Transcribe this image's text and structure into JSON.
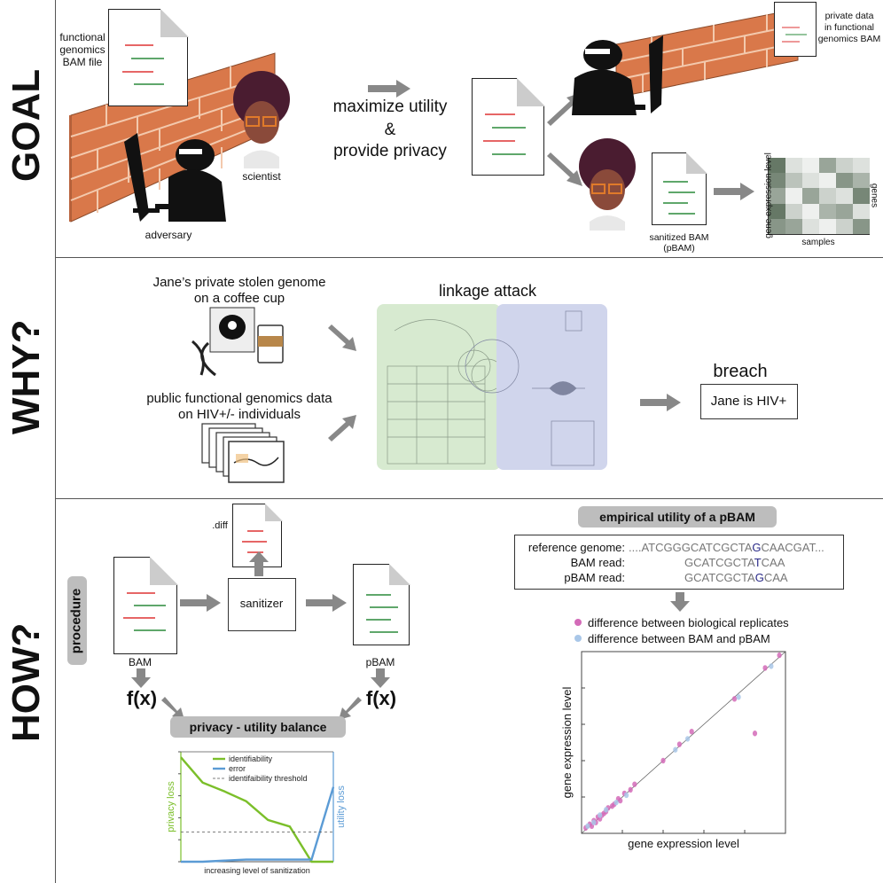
{
  "rows": {
    "goal": "GOAL",
    "why": "WHY?",
    "how": "HOW?"
  },
  "goal": {
    "bam_label": "functional\ngenomics\nBAM file",
    "scientist": "scientist",
    "adversary": "adversary",
    "center_line1": "maximize utility",
    "center_line2": "&",
    "center_line3": "provide privacy",
    "private_data": "private data\nin functional\ngenomics BAM",
    "sanitized": "sanitized BAM\n(pBAM)",
    "heatmap_ylabel": "gene expression level",
    "heatmap_xlabel": "samples",
    "heatmap_right": "genes",
    "heatmap_cells": [
      [
        0.9,
        0.2,
        0.1,
        0.6,
        0.3,
        0.2
      ],
      [
        0.8,
        0.4,
        0.2,
        0.1,
        0.7,
        0.5
      ],
      [
        0.6,
        0.1,
        0.6,
        0.3,
        0.2,
        0.8
      ],
      [
        0.9,
        0.3,
        0.1,
        0.5,
        0.6,
        0.2
      ],
      [
        0.7,
        0.6,
        0.2,
        0.1,
        0.3,
        0.7
      ]
    ]
  },
  "why": {
    "stolen_line1": "Jane’s private stolen genome",
    "stolen_line2": "on a coffee cup",
    "public_line1": "public functional genomics data",
    "public_line2": "on HIV+/- individuals",
    "linkage": "linkage attack",
    "breach": "breach",
    "breach_box": "Jane is HIV+"
  },
  "how": {
    "diff": ".diff",
    "procedure": "procedure",
    "sanitizer": "sanitizer",
    "bam": "BAM",
    "pbam": "pBAM",
    "fx_left": "f(x)",
    "fx_right": "f(x)",
    "balance": "privacy - utility balance",
    "empirical": "empirical utility of a pBAM",
    "align": {
      "ref_label": "reference genome:",
      "ref_seq_pre": "....ATCGGGCATCGCTA",
      "ref_seq_hl": "G",
      "ref_seq_post": "CAACGAT...",
      "bam_label": "BAM read:",
      "bam_seq_pre": "GCATCGCTA",
      "bam_seq_hl": "T",
      "bam_seq_post": "CAA",
      "pbam_label": "pBAM read:",
      "pbam_seq_pre": "GCATCGCTA",
      "pbam_seq_hl": "G",
      "pbam_seq_post": "CAA"
    },
    "legend_replicates": "difference between biological replicates",
    "legend_bam_pbam": "difference between BAM and pBAM"
  },
  "colors": {
    "brick": "#d9784a",
    "green": "#7bbf2a",
    "blue": "#5b9bd5",
    "pink": "#d36bb8",
    "lightblue": "#a9c7e8",
    "arrow": "#888888"
  },
  "chart_data": [
    {
      "type": "line",
      "xlabel": "increasing level of sanitization",
      "ylabel_left": "privacy loss",
      "ylabel_right": "utility loss",
      "series": [
        {
          "name": "identifiability",
          "color": "#7bbf2a",
          "x": [
            0,
            1,
            2,
            3,
            4,
            5,
            6,
            7
          ],
          "y": [
            0.95,
            0.72,
            0.64,
            0.55,
            0.38,
            0.32,
            0.0,
            0.0
          ]
        },
        {
          "name": "error",
          "color": "#5b9bd5",
          "x": [
            0,
            1,
            2,
            3,
            4,
            5,
            6,
            7
          ],
          "y": [
            0.0,
            0.0,
            0.01,
            0.02,
            0.02,
            0.02,
            0.02,
            0.68
          ]
        },
        {
          "name": "identifaibility threshold",
          "color": "#555555",
          "dashed": true,
          "x": [
            0,
            7
          ],
          "y": [
            0.27,
            0.27
          ]
        }
      ]
    },
    {
      "type": "scatter",
      "xlabel": "gene expression level",
      "ylabel": "gene expression level",
      "series": [
        {
          "name": "difference between biological replicates",
          "color": "#d36bb8",
          "points": [
            [
              0.02,
              0.03
            ],
            [
              0.04,
              0.05
            ],
            [
              0.05,
              0.04
            ],
            [
              0.06,
              0.07
            ],
            [
              0.07,
              0.06
            ],
            [
              0.08,
              0.09
            ],
            [
              0.09,
              0.08
            ],
            [
              0.1,
              0.1
            ],
            [
              0.11,
              0.11
            ],
            [
              0.12,
              0.12
            ],
            [
              0.13,
              0.14
            ],
            [
              0.15,
              0.15
            ],
            [
              0.16,
              0.16
            ],
            [
              0.18,
              0.19
            ],
            [
              0.19,
              0.18
            ],
            [
              0.21,
              0.22
            ],
            [
              0.24,
              0.24
            ],
            [
              0.26,
              0.27
            ],
            [
              0.4,
              0.4
            ],
            [
              0.48,
              0.49
            ],
            [
              0.54,
              0.56
            ],
            [
              0.75,
              0.74
            ],
            [
              0.9,
              0.91
            ],
            [
              0.97,
              0.98
            ],
            [
              0.85,
              0.55
            ]
          ]
        },
        {
          "name": "difference between BAM and pBAM",
          "color": "#a9c7e8",
          "points": [
            [
              0.03,
              0.04
            ],
            [
              0.06,
              0.06
            ],
            [
              0.09,
              0.1
            ],
            [
              0.12,
              0.13
            ],
            [
              0.17,
              0.17
            ],
            [
              0.22,
              0.21
            ],
            [
              0.46,
              0.46
            ],
            [
              0.52,
              0.52
            ],
            [
              0.77,
              0.75
            ],
            [
              0.93,
              0.92
            ]
          ]
        }
      ]
    }
  ]
}
